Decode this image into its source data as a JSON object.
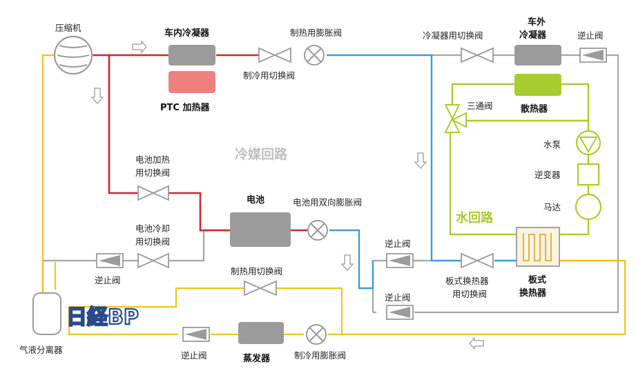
{
  "labels": {
    "compressor": "压缩机",
    "inner_condenser": "车内冷凝器",
    "ptc_heater": "PTC 加热器",
    "heat_expansion_valve": "制热用膨胀阀",
    "cool_switch_valve": "制冷用切换阀",
    "condenser_switch_valve": "冷凝器用切换阀",
    "outer_condenser_l1": "车外",
    "outer_condenser_l2": "冷凝器",
    "check_valve_top": "逆止阀",
    "three_way_valve": "三通阀",
    "radiator": "散热器",
    "water_pump": "水泵",
    "inverter": "逆变器",
    "motor": "马达",
    "water_loop": "水回路",
    "refrigerant_loop": "冷媒回路",
    "battery_heat_switch_l1": "电池加热",
    "battery_heat_switch_l2": "用切换阀",
    "battery": "电池",
    "battery_bidir_valve": "电池用双向膨胀阀",
    "battery_cool_switch_l1": "电池冷却",
    "battery_cool_switch_l2": "用切换阀",
    "check_valve_left": "逆止阀",
    "check_valve_mid": "逆止阀",
    "plate_switch_l1": "板式换热器",
    "plate_switch_l2": "用切换阀",
    "plate_hx_l1": "板式",
    "plate_hx_l2": "换热器",
    "check_valve_low": "逆止阀",
    "heat_switch_valve": "制热用切换阀",
    "check_valve_bottom": "逆止阀",
    "evaporator": "蒸发器",
    "cool_expansion_valve": "制冷用膨胀阀",
    "separator": "气液分离器",
    "logo": "日経BP"
  },
  "colors": {
    "hot_line": "#d8202e",
    "cold_line": "#3d9ad6",
    "yellow_line": "#f0c419",
    "gray_line": "#a6a6a6",
    "water_line": "#a8cc2e",
    "component_gray": "#9b9b9b",
    "ptc_pink": "#f08080",
    "radiator_green": "#a8cc2e",
    "loop_label_gray": "#bfbfbf",
    "logo_blue": "#2b4a8a"
  }
}
